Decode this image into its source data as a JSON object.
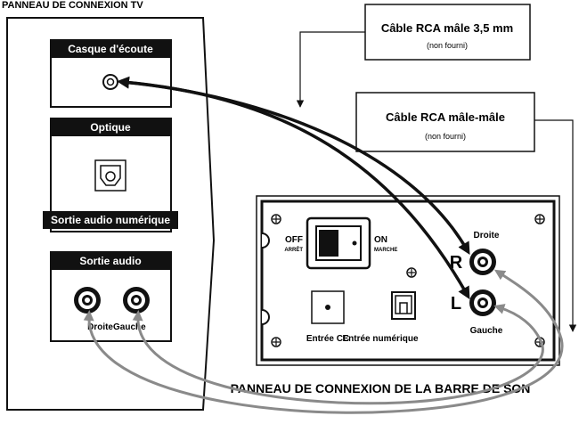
{
  "tv_panel": {
    "title": "PANNEAU DE CONNEXION TV",
    "headphone": {
      "label": "Casque d'écoute"
    },
    "optical": {
      "label": "Optique",
      "sub_label": "Sortie audio numérique"
    },
    "audio_out": {
      "label": "Sortie audio",
      "right_label": "Droite",
      "left_label": "Gauche"
    }
  },
  "cables": {
    "rca_35": {
      "title": "Câble RCA mâle 3,5 mm",
      "note": "(non fourni)"
    },
    "rca_mm": {
      "title": "Câble RCA mâle-mâle",
      "note": "(non fourni)"
    }
  },
  "soundbar_panel": {
    "title": "PANNEAU DE CONNEXION DE LA BARRE DE SON",
    "switch": {
      "off_label": "OFF",
      "off_sub": "ARRÊT",
      "on_label": "ON",
      "on_sub": "MARCHE"
    },
    "dc_label": "Entrée CC",
    "digital_label": "Entrée numérique",
    "right": {
      "letter": "R",
      "label": "Droite"
    },
    "left": {
      "letter": "L",
      "label": "Gauche"
    }
  },
  "colors": {
    "ink": "#111111",
    "gray_cable": "#8a8a8a",
    "panel_fill": "#ffffff",
    "header_fill": "#111111"
  }
}
